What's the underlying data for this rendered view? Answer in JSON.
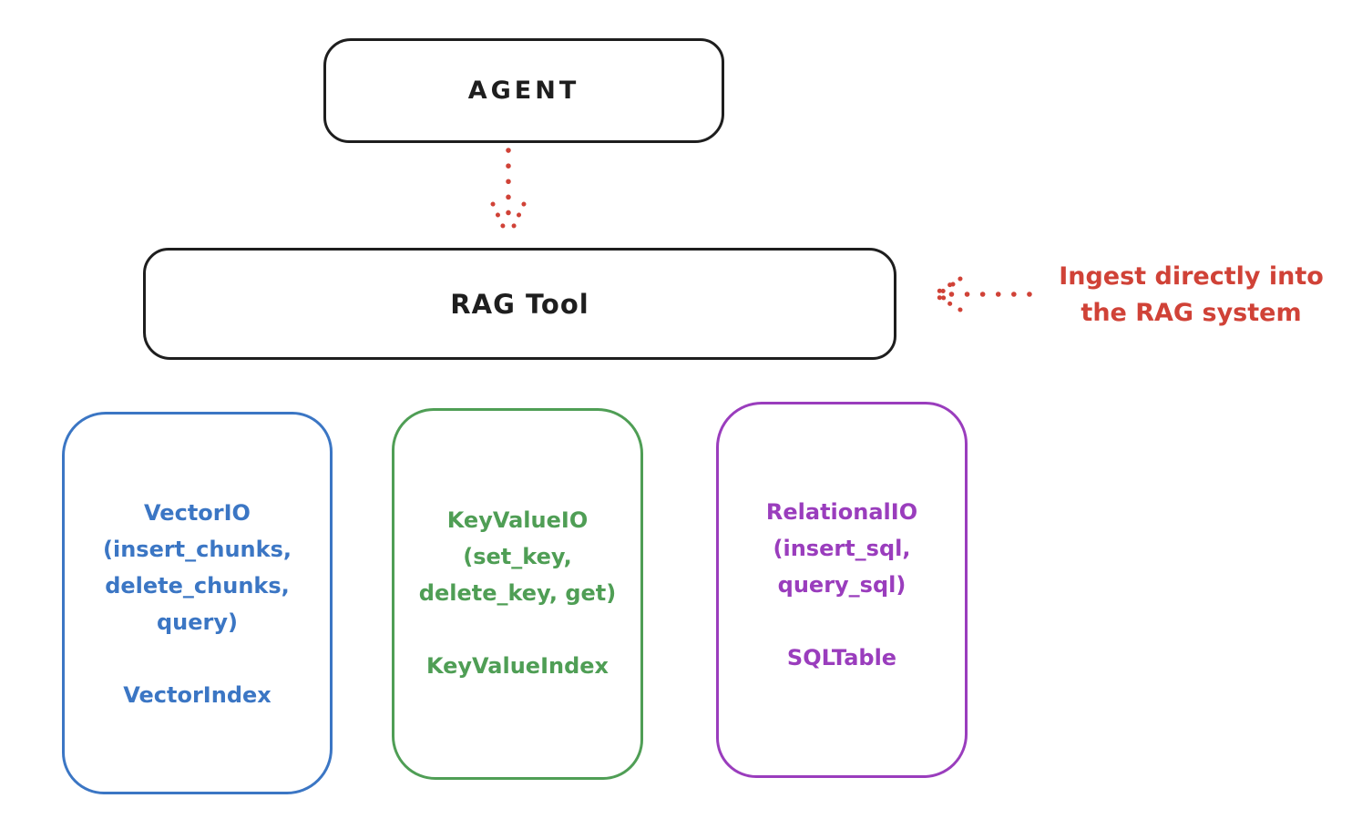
{
  "agent": {
    "label": "AGENT"
  },
  "rag_tool": {
    "label": "RAG Tool"
  },
  "annotation": {
    "line1": "Ingest directly into",
    "line2": "the RAG system"
  },
  "io_boxes": [
    {
      "name": "VectorIO",
      "title_lines": [
        "VectorIO",
        "(insert_chunks,",
        "delete_chunks,",
        "query)"
      ],
      "index_label": "VectorIndex",
      "color": "#3b76c4"
    },
    {
      "name": "KeyValueIO",
      "title_lines": [
        "KeyValueIO",
        "(set_key,",
        "delete_key, get)"
      ],
      "index_label": "KeyValueIndex",
      "color": "#4f9e55"
    },
    {
      "name": "RelationalIO",
      "title_lines": [
        "RelationalIO",
        "(insert_sql,",
        "query_sql)"
      ],
      "index_label": "SQLTable",
      "color": "#9a3dbd"
    }
  ],
  "colors": {
    "background": "#ffffff",
    "stroke_black": "#1e1e1e",
    "accent_red": "#d04237",
    "blue": "#3b76c4",
    "green": "#4f9e55",
    "purple": "#9a3dbd"
  },
  "icons": {
    "down_arrow": "dotted-arrow-down",
    "left_arrow": "dotted-arrow-left"
  }
}
